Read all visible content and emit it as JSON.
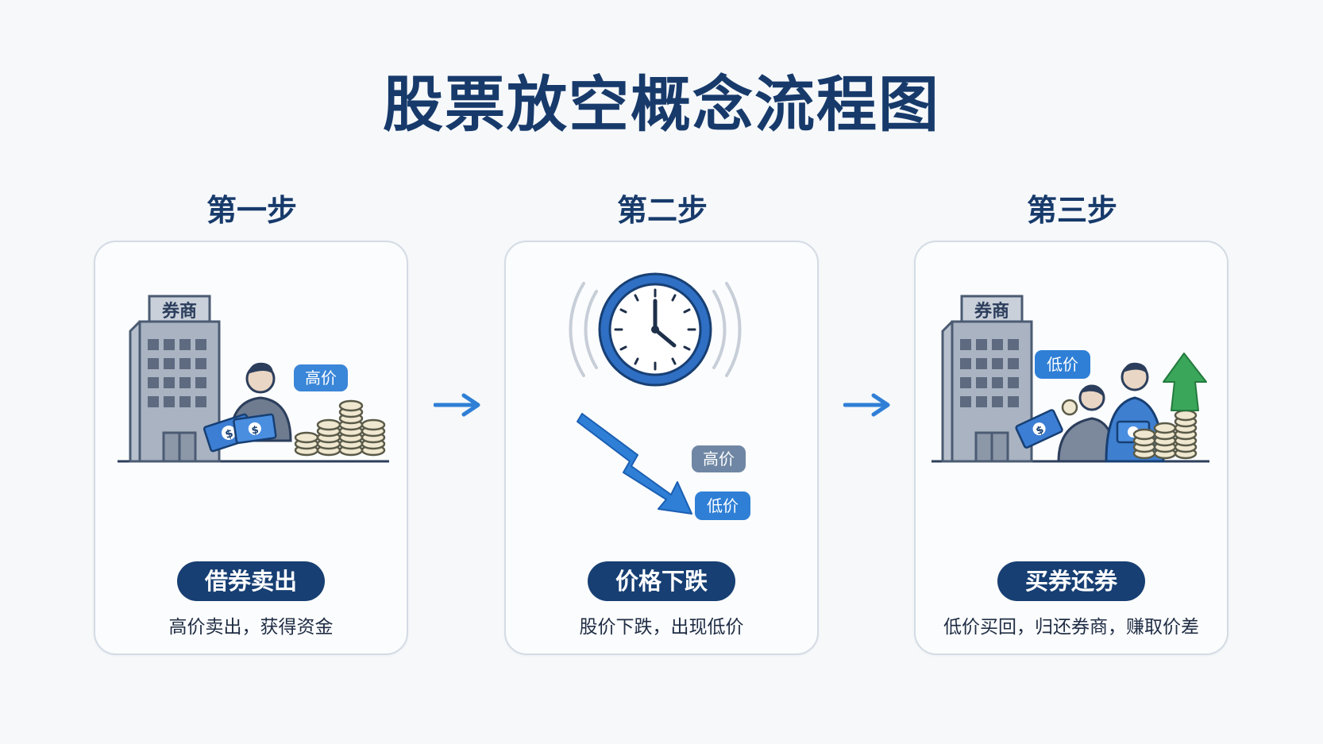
{
  "title": "股票放空概念流程图",
  "steps": [
    {
      "heading": "第一步",
      "label": "借券卖出",
      "description": "高价卖出，获得资金",
      "building_sign": "券商",
      "price_tag": "高价"
    },
    {
      "heading": "第二步",
      "label": "价格下跌",
      "description": "股价下跌，出现低价",
      "price_tag_high": "高价",
      "price_tag_low": "低价"
    },
    {
      "heading": "第三步",
      "label": "买券还券",
      "description": "低价买回，归还券商，赚取价差",
      "building_sign": "券商",
      "price_tag": "低价"
    }
  ],
  "colors": {
    "navy": "#173f73",
    "accent_blue": "#2f7fd6",
    "tag_blue": "#3a86d8",
    "green": "#3aa65a"
  }
}
